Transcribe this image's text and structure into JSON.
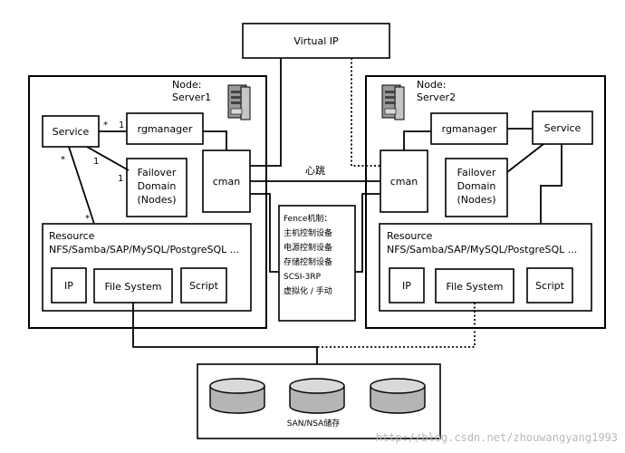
{
  "virtual_ip": "Virtual IP",
  "heartbeat": "心跳",
  "server1": {
    "node_label": "Node:",
    "server_label": "Server1",
    "service": "Service",
    "rgmanager": "rgmanager",
    "cman": "cman",
    "failover": [
      "Failover",
      "Domain",
      "(Nodes)"
    ],
    "resource_title": "Resource",
    "resource_list": "NFS/Samba/SAP/MySQL/PostgreSQL ...",
    "ip": "IP",
    "file_system": "File System",
    "script": "Script",
    "multiplicity": {
      "service_rg_star": "*",
      "service_rg_one": "1",
      "service_fo_one_a": "1",
      "service_fo_one_b": "1",
      "service_fo_star": "*",
      "service_res_star": "*"
    }
  },
  "server2": {
    "node_label": "Node:",
    "server_label": "Server2",
    "service": "Service",
    "rgmanager": "rgmanager",
    "cman": "cman",
    "failover": [
      "Failover",
      "Domain",
      "(Nodes)"
    ],
    "resource_title": "Resource",
    "resource_list": "NFS/Samba/SAP/MySQL/PostgreSQL ...",
    "ip": "IP",
    "file_system": "File System",
    "script": "Script"
  },
  "fence": {
    "lines": [
      "Fence机制：",
      "主机控制设备",
      "电源控制设备",
      "存储控制设备",
      "SCSI-3RP",
      "虚拟化 / 手动"
    ]
  },
  "storage": {
    "label": "SAN/NSA储存"
  },
  "watermark": "http://blog.csdn.net/zhouwangyang1993"
}
